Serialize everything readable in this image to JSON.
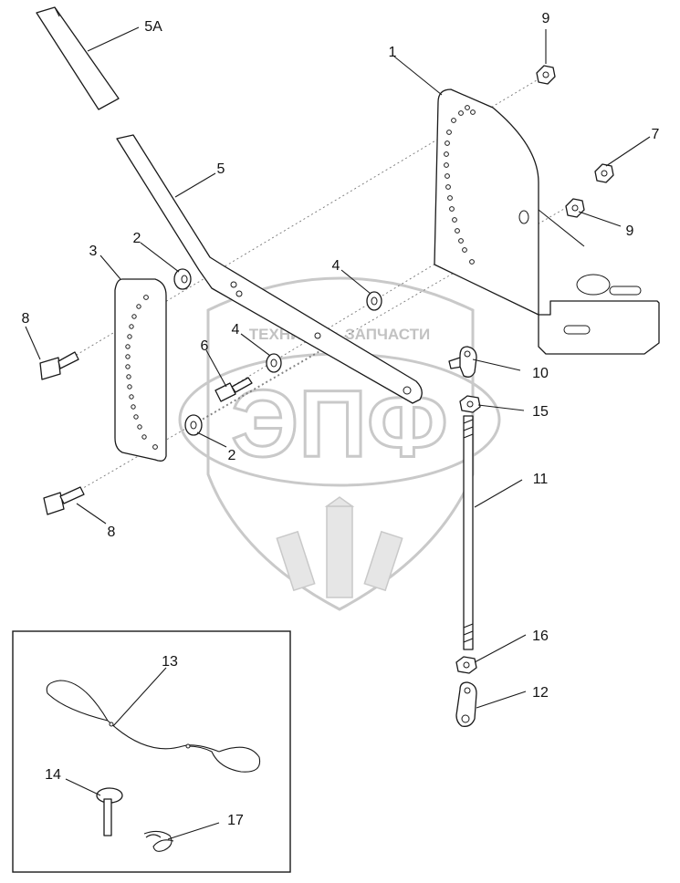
{
  "watermark": {
    "top_text": "ТЕХНИКА ☼ ЗАПЧАСТИ",
    "logo_text": "ЭПФ"
  },
  "callouts": {
    "c1": "1",
    "c2a": "2",
    "c2b": "2",
    "c3": "3",
    "c4a": "4",
    "c4b": "4",
    "c5": "5",
    "c5a": "5A",
    "c6": "6",
    "c7": "7",
    "c8a": "8",
    "c8b": "8",
    "c9a": "9",
    "c9b": "9",
    "c10": "10",
    "c11": "11",
    "c12": "12",
    "c13": "13",
    "c14": "14",
    "c15": "15",
    "c16": "16",
    "c17": "17"
  }
}
